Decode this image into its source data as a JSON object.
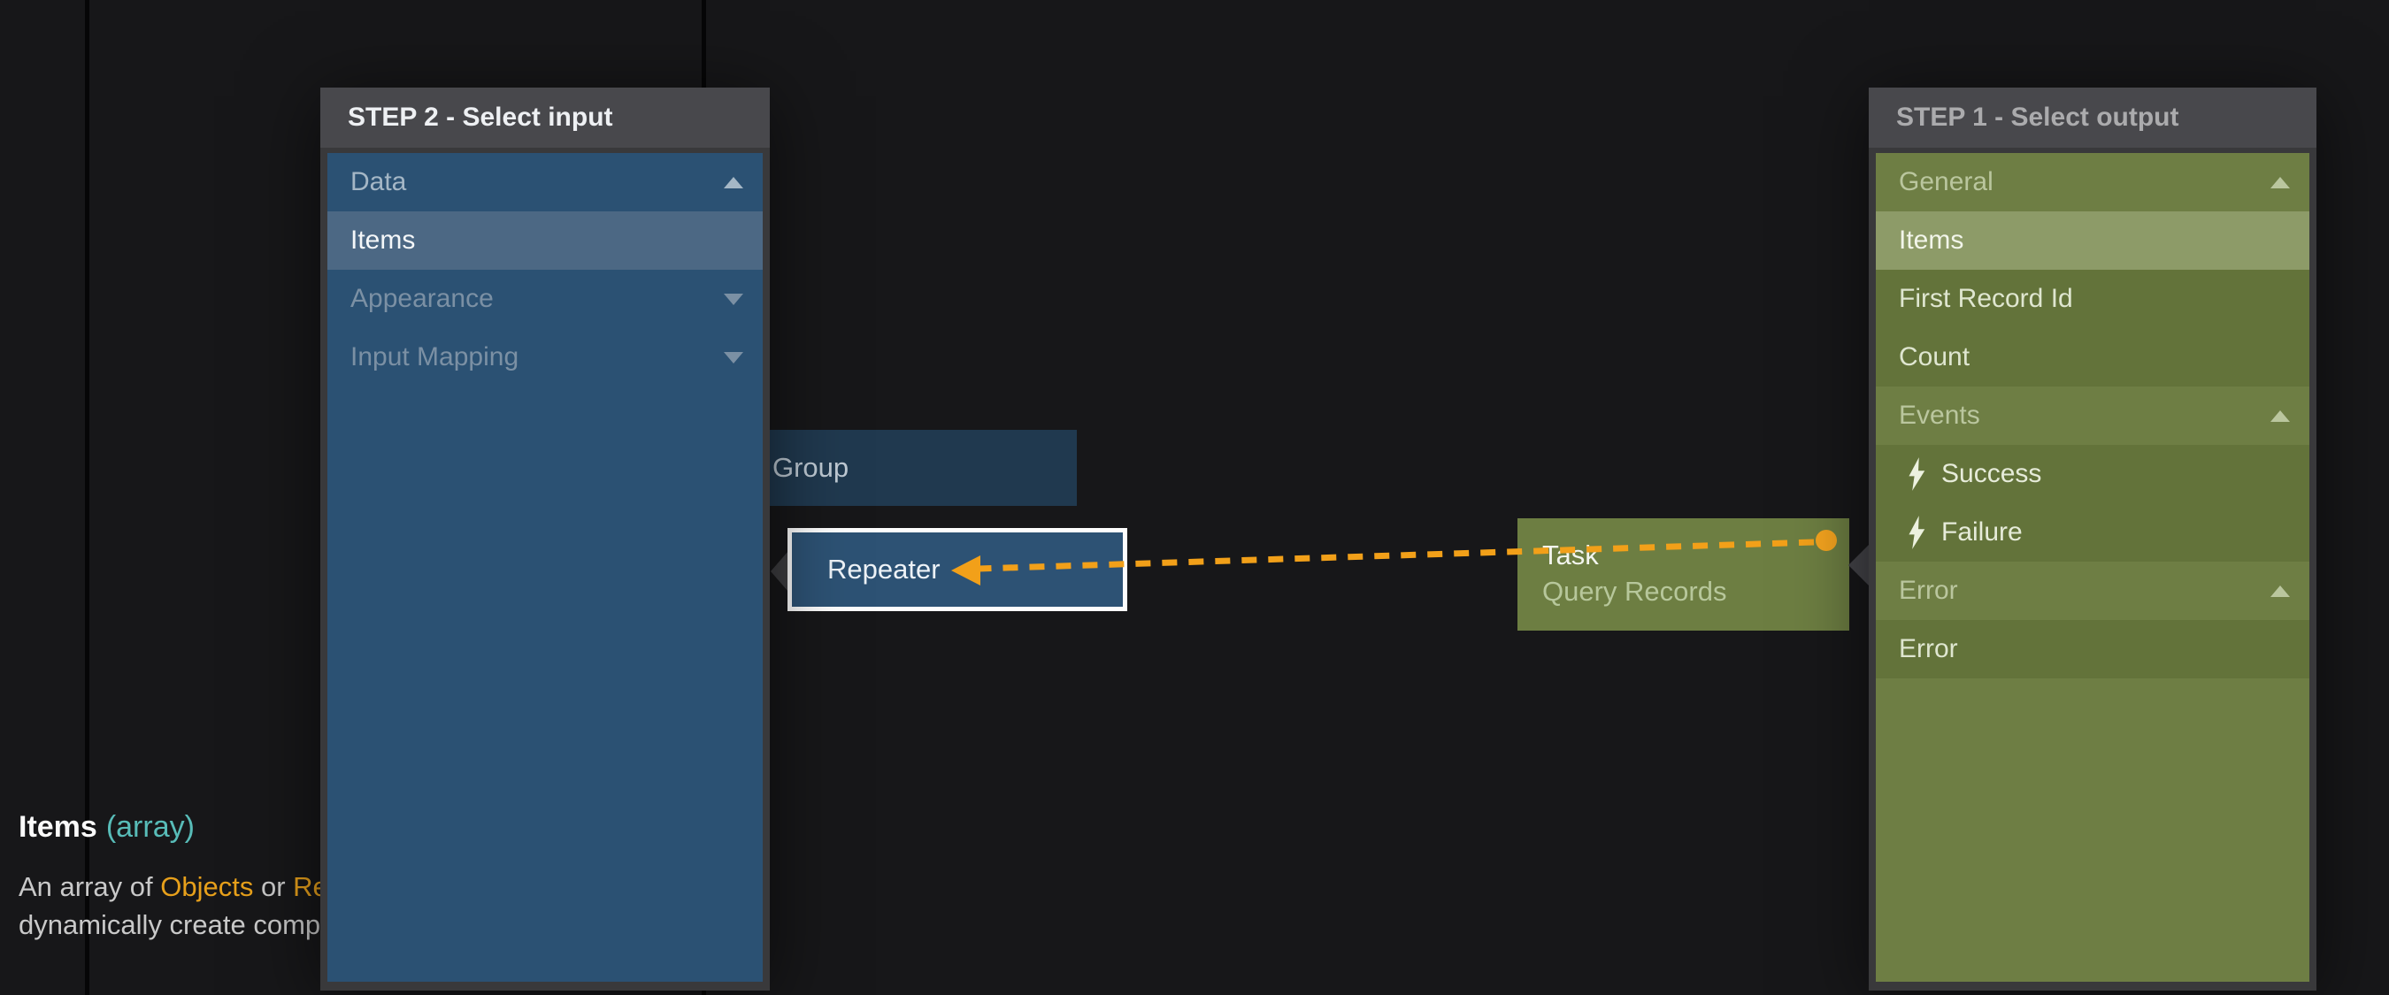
{
  "canvas": {
    "background": "#171719"
  },
  "colors": {
    "accent_orange": "#f2a019",
    "type_teal": "#58bcb8",
    "panel_header_bg": "#48484c",
    "input_panel_bg": "#2b5173",
    "input_selected_bg": "#4c6884",
    "output_panel_bg": "#6e7e44",
    "output_child_bg": "#63733a",
    "output_selected_bg": "#8d9b68",
    "node_blue": "#2d5274",
    "node_blue_dim": "#20394f",
    "node_green": "#6d7e42"
  },
  "left_panel": {
    "title": "STEP 2 - Select input",
    "rows": [
      {
        "label": "Data",
        "type": "category",
        "state": "expanded"
      },
      {
        "label": "Items",
        "type": "item",
        "state": "selected"
      },
      {
        "label": "Appearance",
        "type": "category",
        "state": "collapsed"
      },
      {
        "label": "Input Mapping",
        "type": "category",
        "state": "collapsed"
      }
    ]
  },
  "right_panel": {
    "title": "STEP 1 - Select output",
    "rows": [
      {
        "label": "General",
        "type": "category",
        "state": "expanded"
      },
      {
        "label": "Items",
        "type": "item",
        "state": "selected"
      },
      {
        "label": "First Record Id",
        "type": "item",
        "state": "normal"
      },
      {
        "label": "Count",
        "type": "item",
        "state": "normal"
      },
      {
        "label": "Events",
        "type": "category",
        "state": "expanded"
      },
      {
        "label": "Success",
        "type": "event",
        "state": "normal"
      },
      {
        "label": "Failure",
        "type": "event",
        "state": "normal"
      },
      {
        "label": "Error",
        "type": "category",
        "state": "expanded"
      },
      {
        "label": "Error",
        "type": "item",
        "state": "normal"
      }
    ]
  },
  "nodes": {
    "group": {
      "label": "Group"
    },
    "repeater": {
      "label": "Repeater",
      "state": "selected"
    },
    "task": {
      "label": "Task",
      "sublabel": "Query Records"
    }
  },
  "tooltip": {
    "title": "Items",
    "type_label": "(array)",
    "description_parts": [
      {
        "text": "An array of "
      },
      {
        "text": "Objects",
        "accent": true
      },
      {
        "text": " or "
      },
      {
        "text": "Re",
        "accent": true
      }
    ],
    "description_line2": "dynamically create comp"
  }
}
